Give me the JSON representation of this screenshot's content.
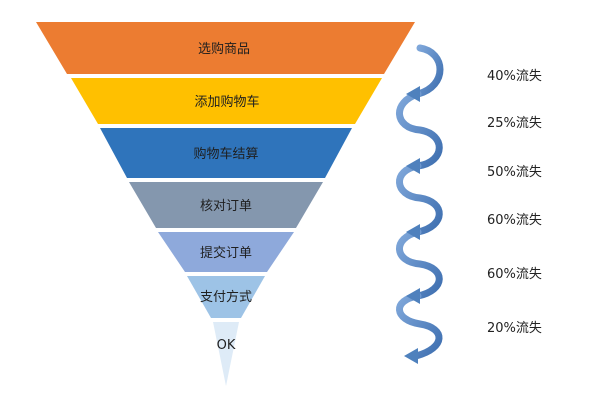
{
  "funnel": {
    "stages": [
      {
        "label": "选购商品",
        "color": "#EC7C31"
      },
      {
        "label": "添加购物车",
        "color": "#FFC000"
      },
      {
        "label": "购物车结算",
        "color": "#2F74BB"
      },
      {
        "label": "核对订单",
        "color": "#8497AE"
      },
      {
        "label": "提交订单",
        "color": "#8EA9DB"
      },
      {
        "label": "支付方式",
        "color": "#9DC3E6"
      },
      {
        "label": "OK",
        "color": "#DEEBF7"
      }
    ],
    "dropoffs": [
      "40%流失",
      "25%流失",
      "50%流失",
      "60%流失",
      "60%流失",
      "20%流失"
    ],
    "arrow_color": "#4F81BD"
  }
}
